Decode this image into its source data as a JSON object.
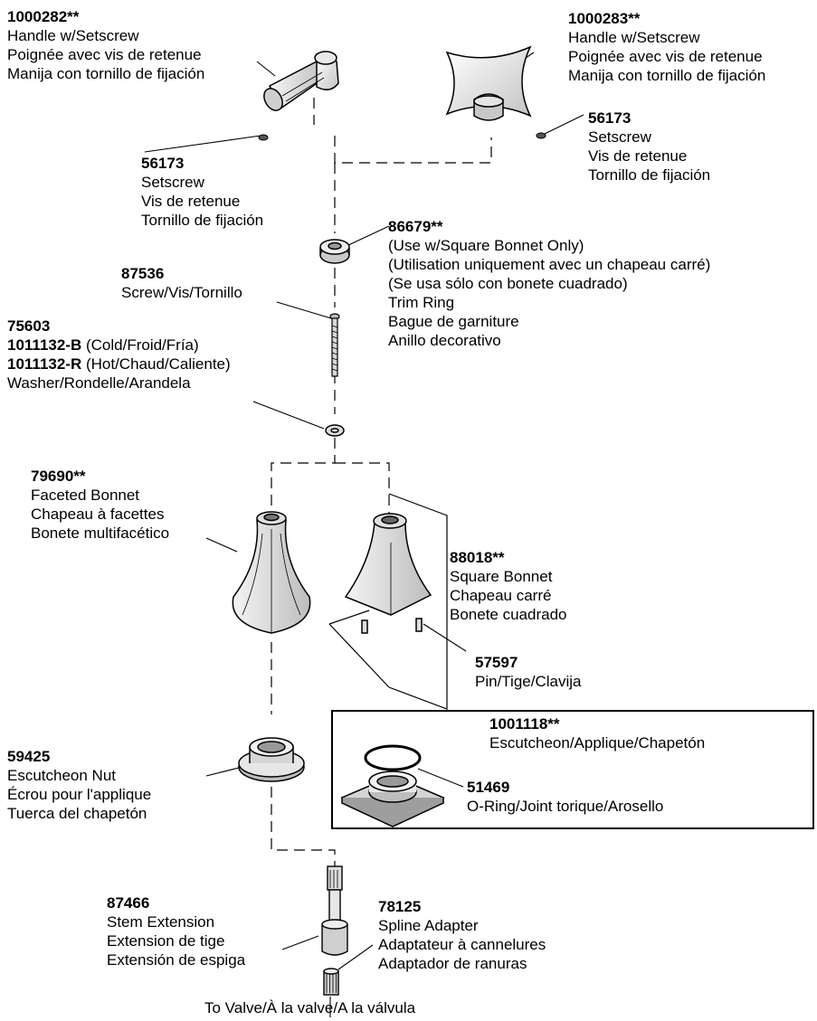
{
  "labels": {
    "handle_lever": {
      "part_number": "1000282**",
      "lines": [
        "Handle w/Setscrew",
        "Poignée avec vis de retenue",
        "Manija con tornillo de fijación"
      ]
    },
    "handle_cross": {
      "part_number": "1000283**",
      "lines": [
        "Handle w/Setscrew",
        "Poignée avec vis de retenue",
        "Manija con tornillo de fijación"
      ]
    },
    "setscrew_left": {
      "part_number": "56173",
      "lines": [
        "Setscrew",
        "Vis de retenue",
        "Tornillo de fijación"
      ]
    },
    "setscrew_right": {
      "part_number": "56173",
      "lines": [
        "Setscrew",
        "Vis de retenue",
        "Tornillo de fijación"
      ]
    },
    "trim_ring": {
      "part_number": "86679**",
      "lines": [
        "(Use w/Square Bonnet Only)",
        "(Utilisation uniquement avec un chapeau carré)",
        "(Se usa sólo con bonete cuadrado)",
        "Trim Ring",
        "Bague de garniture",
        "Anillo decorativo"
      ]
    },
    "screw": {
      "part_number": "87536",
      "lines": [
        "Screw/Vis/Tornillo"
      ]
    },
    "washer": {
      "part_number": "75603",
      "variant_b_number": "1011132-B",
      "variant_b_text": " (Cold/Froid/Fría)",
      "variant_r_number": "1011132-R",
      "variant_r_text": " (Hot/Chaud/Caliente)",
      "desc": "Washer/Rondelle/Arandela"
    },
    "faceted_bonnet": {
      "part_number": "79690**",
      "lines": [
        "Faceted Bonnet",
        "Chapeau à facettes",
        "Bonete multifacético"
      ]
    },
    "square_bonnet": {
      "part_number": "88018**",
      "lines": [
        "Square Bonnet",
        "Chapeau carré",
        "Bonete cuadrado"
      ]
    },
    "pin": {
      "part_number": "57597",
      "lines": [
        "Pin/Tige/Clavija"
      ]
    },
    "escutcheon": {
      "part_number": "1001118**",
      "lines": [
        "Escutcheon/Applique/Chapetón"
      ]
    },
    "escutcheon_nut": {
      "part_number": "59425",
      "lines": [
        "Escutcheon Nut",
        "Écrou pour l'applique",
        "Tuerca del chapetón"
      ]
    },
    "o_ring": {
      "part_number": "51469",
      "lines": [
        "O-Ring/Joint torique/Arosello"
      ]
    },
    "stem_extension": {
      "part_number": "87466",
      "lines": [
        "Stem Extension",
        "Extension de tige",
        "Extensión de espiga"
      ]
    },
    "spline_adapter": {
      "part_number": "78125",
      "lines": [
        "Spline Adapter",
        "Adaptateur à cannelures",
        "Adaptador de ranuras"
      ]
    },
    "to_valve": {
      "text": "To Valve/À la valve/A la válvula"
    }
  }
}
